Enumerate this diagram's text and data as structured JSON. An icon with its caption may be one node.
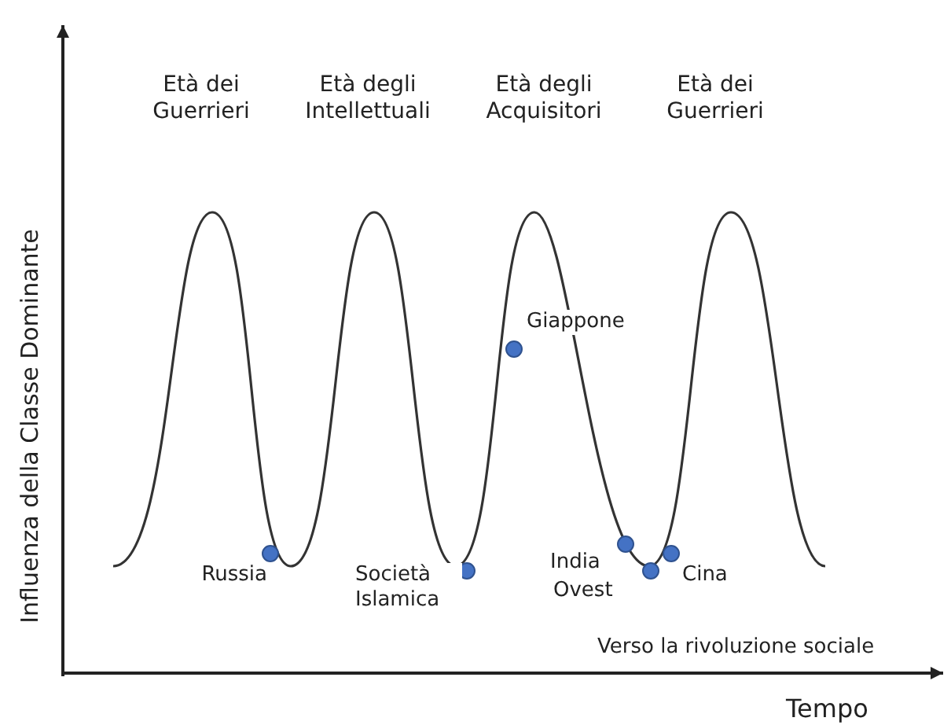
{
  "diagram": {
    "nodes": [
      {
        "text": [],
        "shape": "circle",
        "beside": [
          "Giappone"
        ]
      },
      {
        "text": [],
        "shape": "circle",
        "beside": [
          "Russia"
        ]
      },
      {
        "text": [],
        "shape": "circle",
        "beside": [
          "Società Islamica"
        ]
      },
      {
        "text": [],
        "shape": "circle",
        "beside": [
          "India"
        ]
      },
      {
        "text": [],
        "shape": "circle",
        "beside": [
          "Ovest"
        ]
      },
      {
        "text": [],
        "shape": "circle",
        "beside": [
          "Cina"
        ]
      }
    ],
    "edges": [],
    "labels": [
      "Età dei Guerrieri",
      "Età degli Intellettuali",
      "Età degli Acquisitori",
      "Età dei Guerrieri",
      "Influenza della Classe Dominante",
      "Verso la rivoluzione sociale",
      "Tempo"
    ]
  }
}
